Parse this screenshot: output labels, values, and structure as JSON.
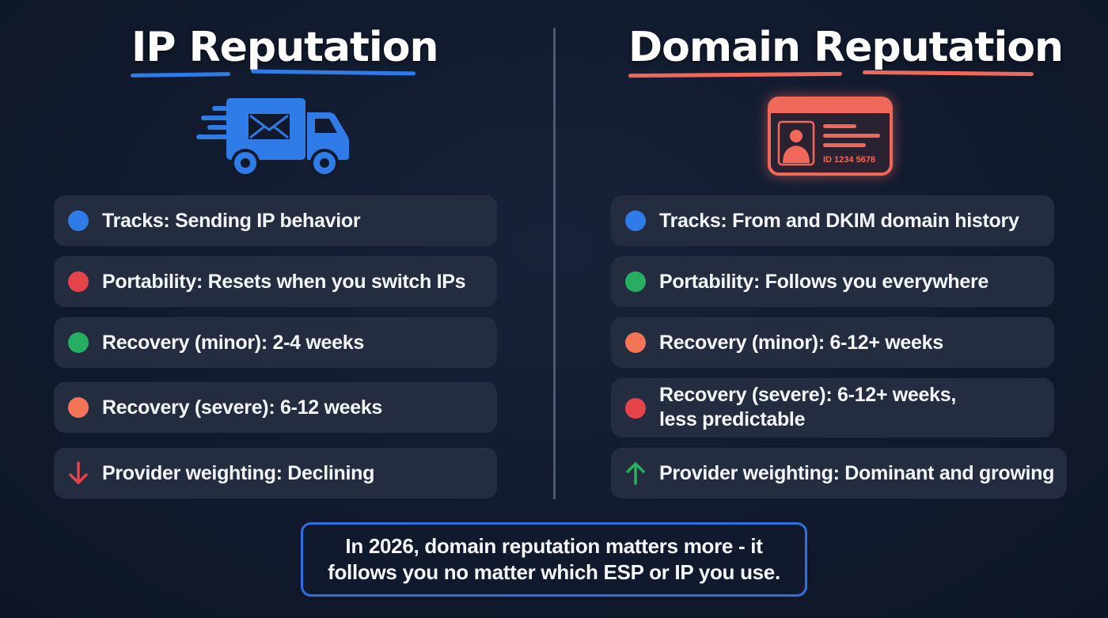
{
  "colors": {
    "background": "#111a2c",
    "card": "#232d3f",
    "blue": "#2f7be8",
    "red": "#e5434a",
    "green": "#27ae60",
    "orange": "#f47458",
    "coral_accent": "#f0685a",
    "divider": "#4a5a74"
  },
  "ip": {
    "title": "IP Reputation",
    "icon": "delivery-truck-mail-icon",
    "items": [
      {
        "marker": "dot",
        "color": "#2f7be8",
        "label": "Tracks: Sending IP behavior"
      },
      {
        "marker": "dot",
        "color": "#e5434a",
        "label": "Portability: Resets when you switch IPs"
      },
      {
        "marker": "dot",
        "color": "#27ae60",
        "label": "Recovery (minor): 2-4 weeks"
      },
      {
        "marker": "dot",
        "color": "#f47458",
        "label": "Recovery (severe): 6-12 weeks"
      },
      {
        "marker": "arrow-down",
        "color": "#e5434a",
        "label": "Provider weighting: Declining"
      }
    ]
  },
  "domain": {
    "title": "Domain Reputation",
    "icon": "id-card-icon",
    "id_card_text": "ID 1234 5678",
    "items": [
      {
        "marker": "dot",
        "color": "#2f7be8",
        "label": "Tracks: From and DKIM domain history"
      },
      {
        "marker": "dot",
        "color": "#27ae60",
        "label": "Portability: Follows you everywhere"
      },
      {
        "marker": "dot",
        "color": "#f47458",
        "label": "Recovery (minor): 6-12+ weeks"
      },
      {
        "marker": "dot",
        "color": "#e5434a",
        "label_line1": "Recovery (severe): 6-12+ weeks,",
        "label_line2": "less predictable"
      },
      {
        "marker": "arrow-up",
        "color": "#27ae60",
        "label": "Provider weighting: Dominant and growing"
      }
    ]
  },
  "callout": {
    "line1": "In 2026, domain reputation matters more - it",
    "line2": "follows you no matter which ESP or IP you use."
  }
}
